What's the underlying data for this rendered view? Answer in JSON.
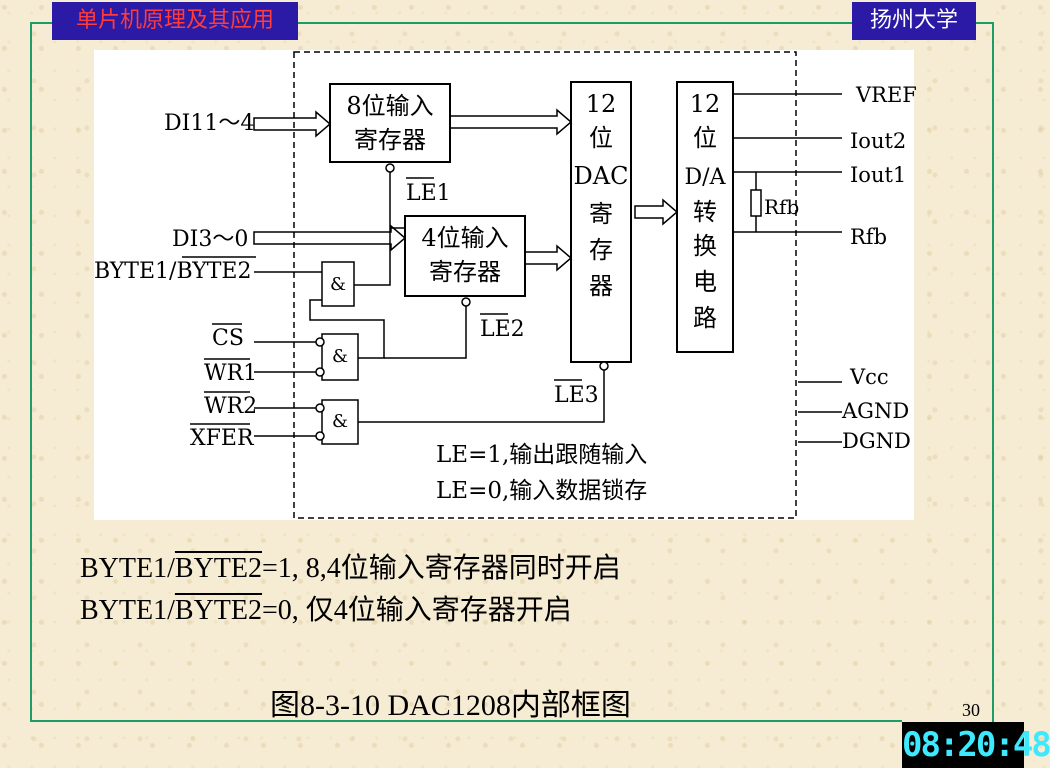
{
  "header": {
    "course_title": "单片机原理及其应用",
    "school_name": "扬州大学"
  },
  "diagram": {
    "blocks": {
      "reg8": [
        "8位输入",
        "寄存器"
      ],
      "reg4": [
        "4位输入",
        "寄存器"
      ],
      "dac12": [
        "12",
        "位",
        "DAC",
        "寄",
        "存",
        "器"
      ],
      "da12": [
        "12",
        "位",
        "D/A",
        "转",
        "换",
        "电",
        "路"
      ]
    },
    "inputs": {
      "di_high": "DI11～4",
      "di_low": "DI3～0",
      "byte": "BYTE1/BYTE2",
      "cs": "CS",
      "wr1": "WR1",
      "wr2": "WR2",
      "xfer": "XFER"
    },
    "gate_label": "&",
    "latch_enables": {
      "le1": "LE1",
      "le2": "LE2",
      "le3": "LE3"
    },
    "outputs": {
      "vref": "VREF",
      "iout2": "Iout2",
      "iout1": "Iout1",
      "rfb": "Rfb",
      "rfb_resistor": "Rfb",
      "vcc": "Vcc",
      "agnd": "AGND",
      "dgnd": "DGND"
    },
    "notes": [
      "LE=1,输出跟随输入",
      "LE=0,输入数据锁存"
    ]
  },
  "caption": {
    "line1": {
      "prefix": "BYTE1/",
      "overlined": "BYTE2",
      "suffix": "=1, 8,4位输入寄存器同时开启"
    },
    "line2": {
      "prefix": "BYTE1/",
      "overlined": "BYTE2",
      "suffix": "=0, 仅4位输入寄存器开启"
    }
  },
  "figure_title": "图8-3-10  DAC1208内部框图",
  "page_number": "30",
  "clock_time": "08:20:48"
}
